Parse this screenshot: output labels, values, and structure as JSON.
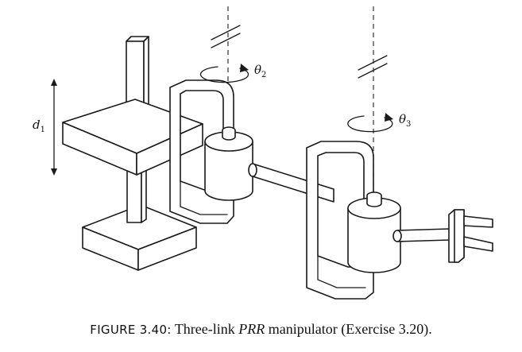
{
  "labels": {
    "d": "d",
    "d_sub": "1",
    "theta": "θ",
    "theta2_sub": "2",
    "theta3_sub": "3"
  },
  "caption": {
    "figure_number": "FIGURE 3.40:",
    "text_before": " Three-link ",
    "joint_types": "PRR",
    "text_after": " manipulator (Exercise 3.20)."
  }
}
